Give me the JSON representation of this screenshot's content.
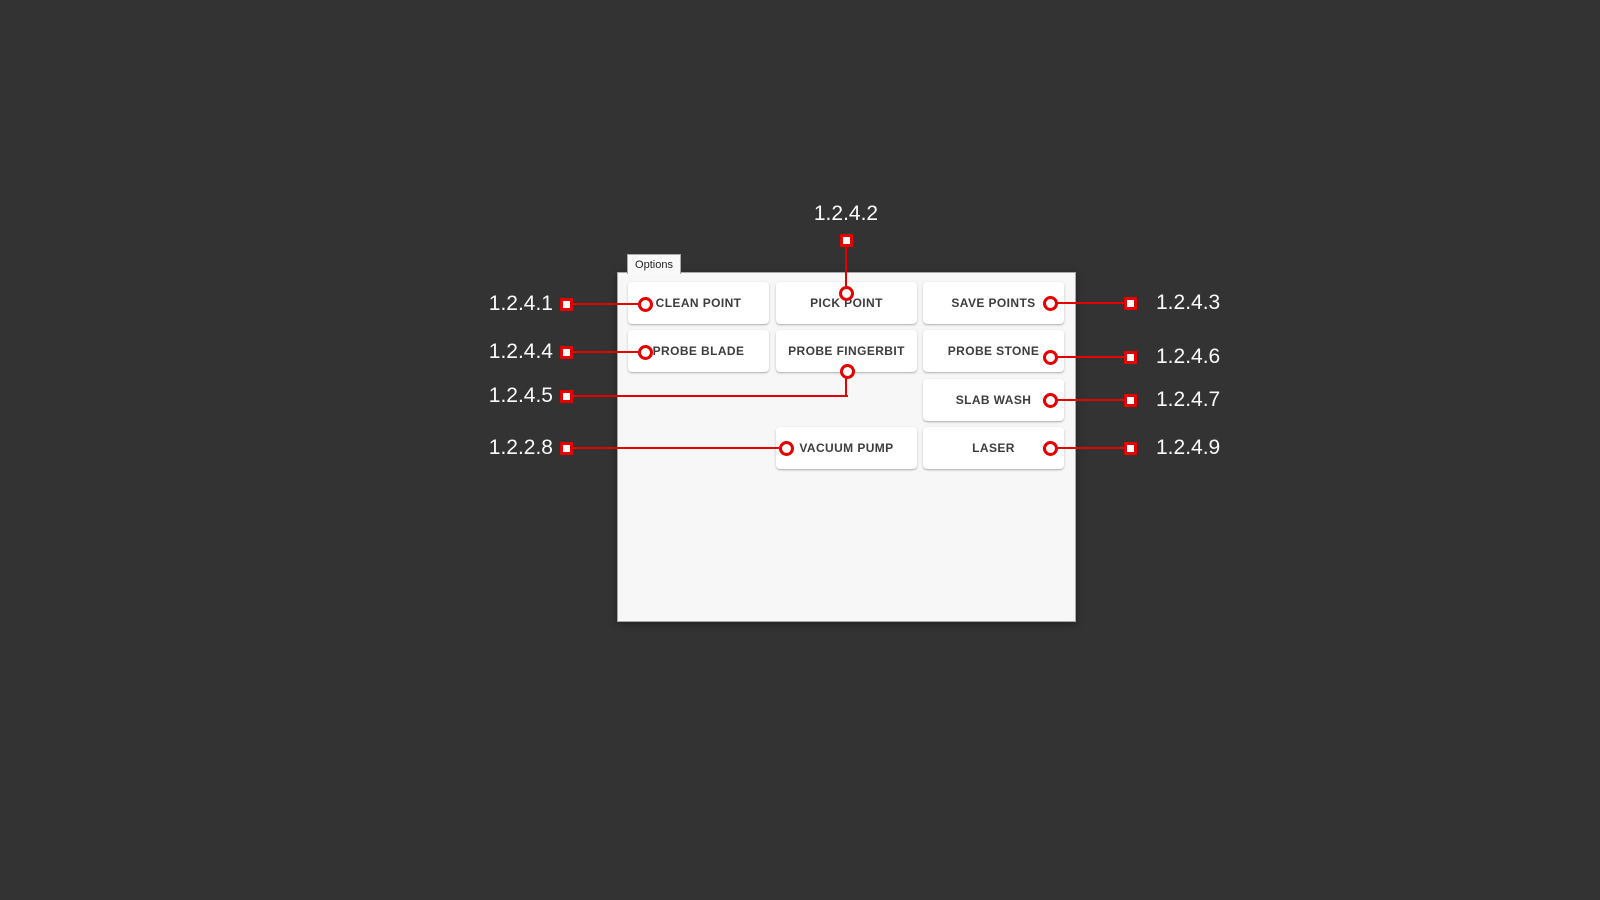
{
  "colors": {
    "background": "#333333",
    "panel_background": "#f7f7f7",
    "panel_border": "#a8a8a8",
    "button_background": "#ffffff",
    "button_text": "#3d3d3d",
    "annotation_red": "#e60000",
    "annotation_label_text": "#fafafa"
  },
  "window": {
    "tab_label": "Options"
  },
  "buttons": [
    {
      "label": "CLEAN POINT"
    },
    {
      "label": "PICK POINT"
    },
    {
      "label": "SAVE POINTS"
    },
    {
      "label": "PROBE BLADE"
    },
    {
      "label": "PROBE FINGERBIT"
    },
    {
      "label": "PROBE STONE"
    },
    {
      "label": "SLAB WASH"
    },
    {
      "label": "VACUUM PUMP"
    },
    {
      "label": "LASER"
    }
  ],
  "annotations": [
    {
      "ref": "1.2.4.1",
      "target": "CLEAN POINT",
      "side": "left"
    },
    {
      "ref": "1.2.4.2",
      "target": "PICK POINT",
      "side": "top"
    },
    {
      "ref": "1.2.4.3",
      "target": "SAVE POINTS",
      "side": "right"
    },
    {
      "ref": "1.2.4.4",
      "target": "PROBE BLADE",
      "side": "left"
    },
    {
      "ref": "1.2.4.5",
      "target": "PROBE FINGERBIT",
      "side": "left"
    },
    {
      "ref": "1.2.4.6",
      "target": "PROBE STONE",
      "side": "right"
    },
    {
      "ref": "1.2.4.7",
      "target": "SLAB WASH",
      "side": "right"
    },
    {
      "ref": "1.2.2.8",
      "target": "VACUUM PUMP",
      "side": "left"
    },
    {
      "ref": "1.2.4.9",
      "target": "LASER",
      "side": "right"
    }
  ]
}
